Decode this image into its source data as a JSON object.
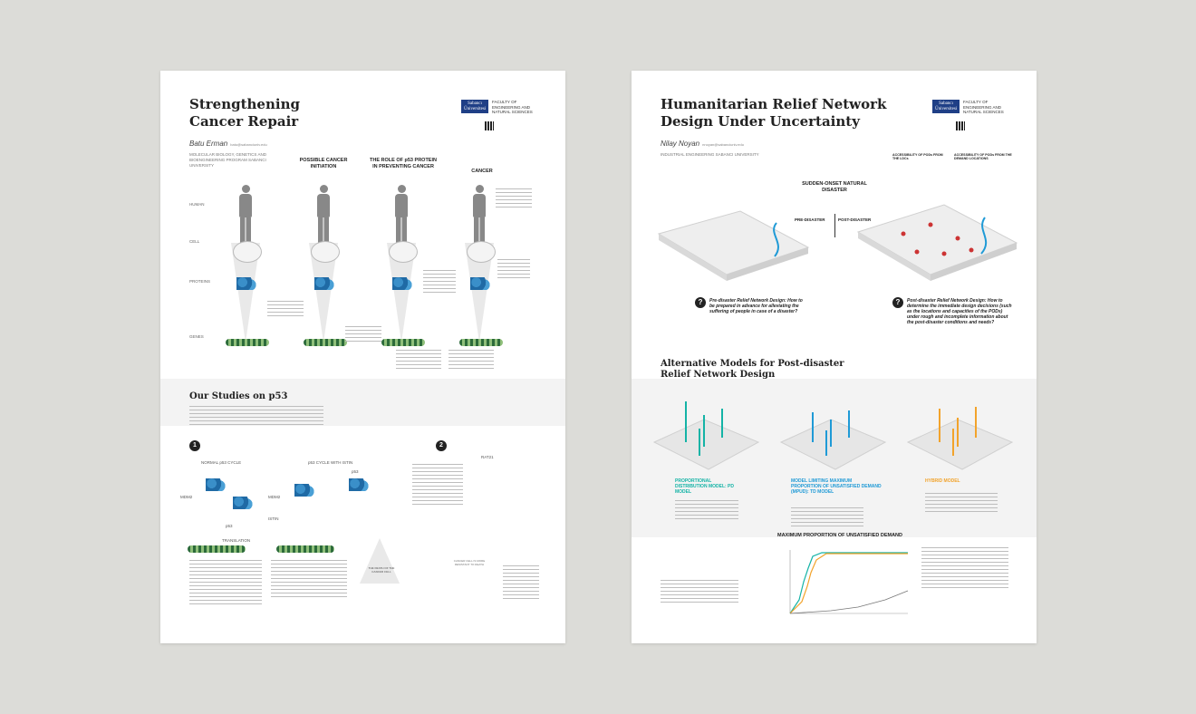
{
  "colors": {
    "background": "#dcdcd8",
    "navy": "#1f3f86",
    "blue": "#1f9ad6",
    "teal": "#14b3a6",
    "orange": "#f2a32b",
    "red": "#c33333"
  },
  "left_poster": {
    "title_line1": "Strengthening",
    "title_line2": "Cancer Repair",
    "logo_box": "Sabancı Üniversitesi",
    "logo_text": "FACULTY OF ENGINEERING AND NATURAL SCIENCES",
    "author": "Batu Erman",
    "email": "batu@sabanciuniv.edu",
    "affiliation": "MOLECULAR BIOLOGY, GENETICS AND BIOENGINEERING PROGRAM SABANCI UNIVERSITY",
    "columns": [
      "POSSIBLE CANCER INITIATION",
      "THE ROLE OF p53 PROTEIN IN PREVENTING CANCER",
      "CANCER"
    ],
    "rows": [
      "HUMAN",
      "CELL",
      "PROTEINS",
      "GENES"
    ],
    "section2_title": "Our Studies on p53",
    "step1": "1",
    "step2": "2",
    "cycle1": "NORMAL p53 CYCLE",
    "cycle2": "p53 CYCLE WITH ISTIN",
    "labels": {
      "mdm2": "MDM2",
      "p53": "p53",
      "istin": "ISTIN",
      "translation": "TRANSLATION",
      "death": "THE DEATH OF THE CANCER CELL",
      "resistant": "CANCER CELL IS MORE RESISTANT TO DEATH",
      "rat21": "RAT21"
    }
  },
  "right_poster": {
    "title_line1": "Humanitarian Relief Network",
    "title_line2": "Design Under Uncertainty",
    "logo_box": "Sabancı Üniversitesi",
    "logo_text": "FACULTY OF ENGINEERING AND NATURAL SCIENCES",
    "author": "Nilay Noyan",
    "email": "nnoyan@sabanciuniv.edu",
    "affiliation": "INDUSTRIAL ENGINEERING SABANCI UNIVERSITY",
    "disaster": "SUDDEN-ONSET NATURAL DISASTER",
    "pre": "PRE-DISASTER",
    "post": "POST-DISASTER",
    "access1": "ACCESSIBILITY OF PODs FROM THE LDCs",
    "access2": "ACCESSIBILITY OF PODs FROM THE DEMAND LOCATIONS",
    "q1": "Pre-disaster Relief Network Design: How to be prepared in advance for alleviating the suffering of people in case of a disaster?",
    "q2": "Post-disaster Relief Network Design: How to determine the immediate design decisions (such as the locations and capacities of the PODs) under rough and incomplete information about the post-disaster conditions and needs?",
    "section2_title_line1": "Alternative Models for Post-disaster",
    "section2_title_line2": "Relief Network Design",
    "models": [
      "PROPORTIONAL DISTRIBUTION MODEL: PD MODEL",
      "MODEL LIMITING MAXIMUM PROPORTION OF UNSATISFIED DEMAND (MPUD): TD MODEL",
      "HYBRID MODEL"
    ],
    "chart_title": "MAXIMUM PROPORTION OF UNSATISFIED DEMAND"
  }
}
